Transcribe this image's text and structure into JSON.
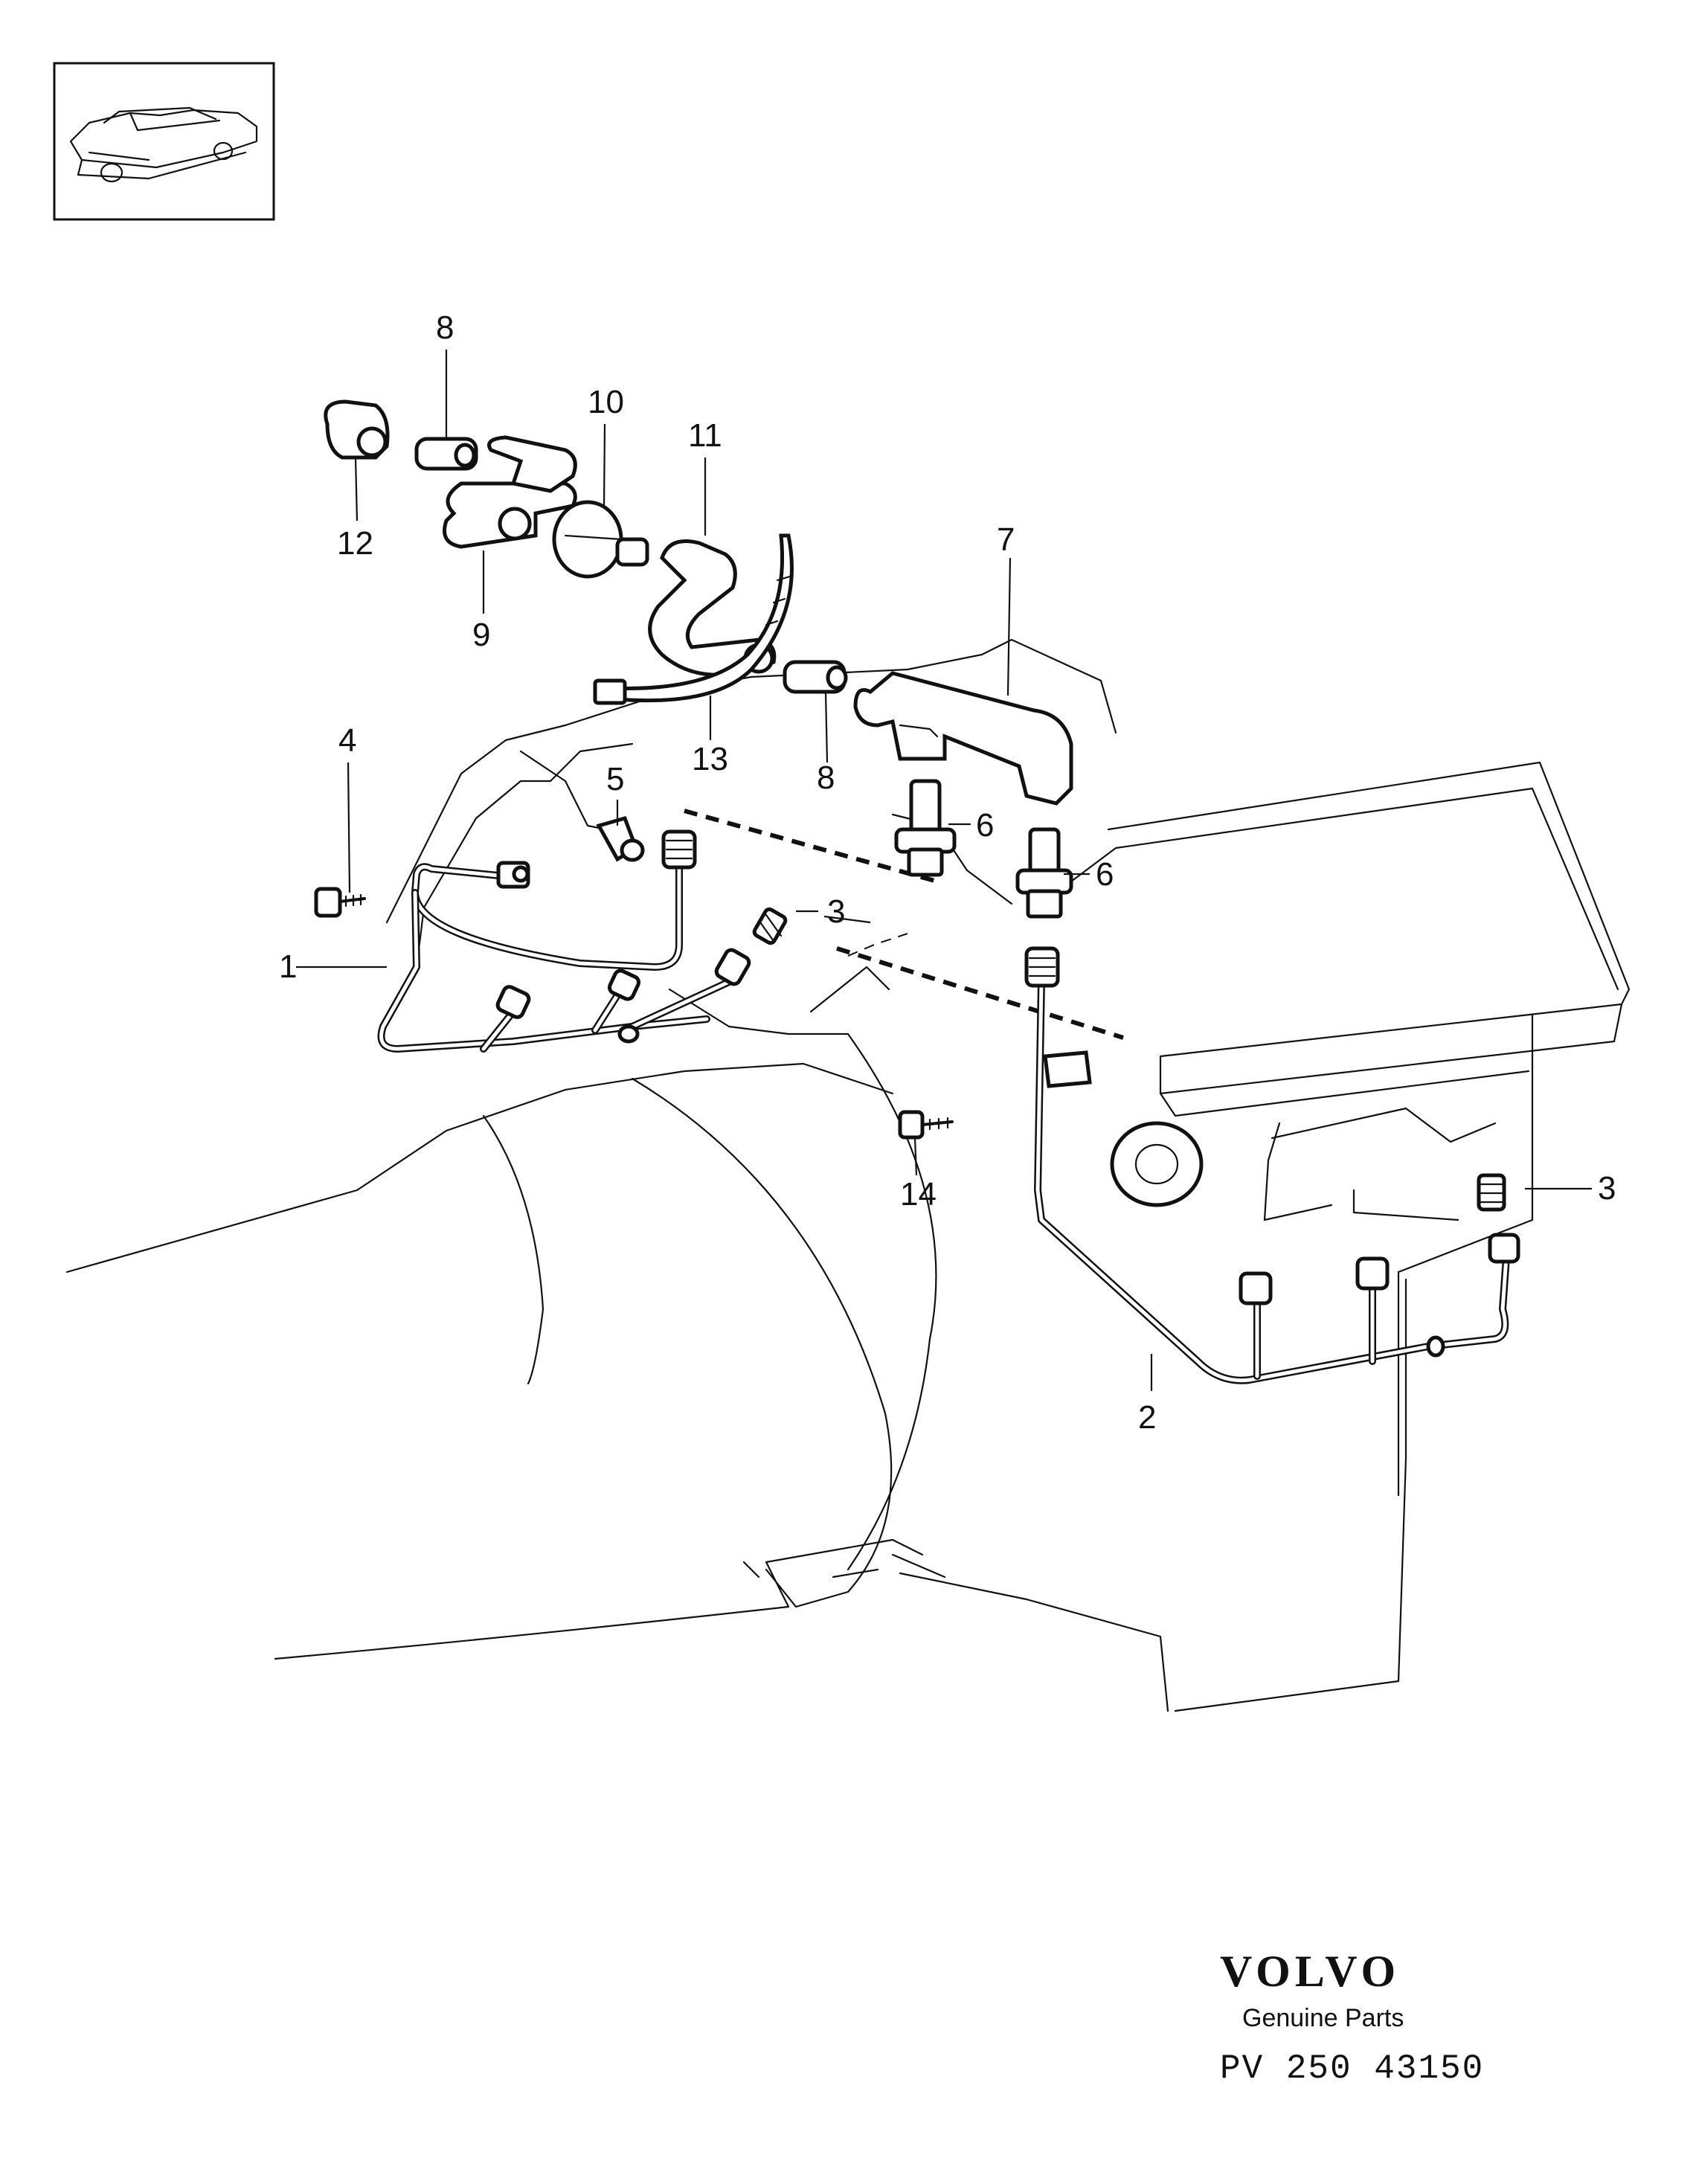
{
  "callouts": {
    "c1": "1",
    "c2": "2",
    "c3a": "3",
    "c3b": "3",
    "c4": "4",
    "c5": "5",
    "c6a": "6",
    "c6b": "6",
    "c7": "7",
    "c8a": "8",
    "c8b": "8",
    "c9": "9",
    "c10": "10",
    "c11": "11",
    "c12": "12",
    "c13": "13",
    "c14": "14"
  },
  "footer": {
    "brand": "VOLVO",
    "subtitle": "Genuine Parts",
    "code": "PV 250 43150"
  }
}
